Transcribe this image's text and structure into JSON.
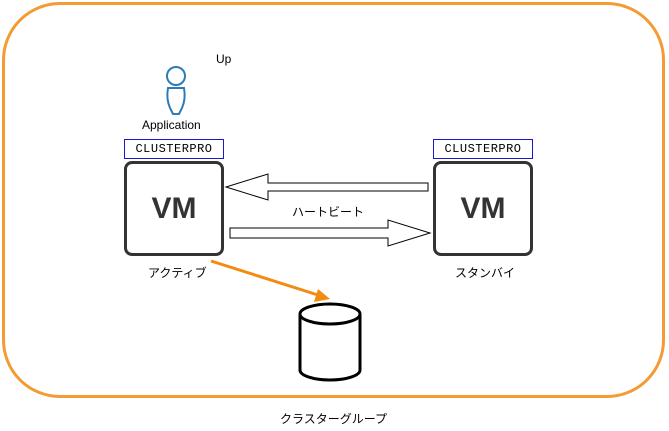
{
  "diagram": {
    "up_label": "Up",
    "application_label": "Application",
    "active_node": {
      "product": "CLUSTERPRO",
      "vm": "VM",
      "role": "アクティブ"
    },
    "standby_node": {
      "product": "CLUSTERPRO",
      "vm": "VM",
      "role": "スタンバイ"
    },
    "heartbeat_label": "ハートビート",
    "group_label": "クラスターグループ"
  },
  "colors": {
    "cluster_border": "#F39C35",
    "failover_arrow": "#F38A12",
    "user_icon": "#2C7BB6",
    "clusterpro_border": "#1a1acc",
    "vm_border": "#333333"
  },
  "icons": [
    "user-icon",
    "database-icon"
  ]
}
